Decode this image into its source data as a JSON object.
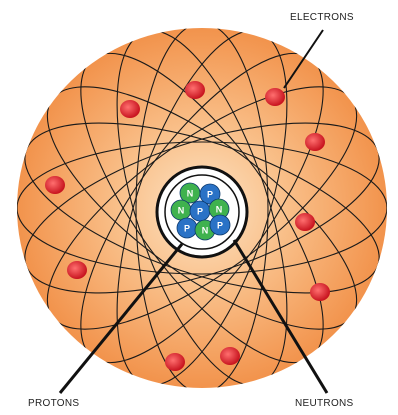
{
  "labels": {
    "electrons": "ELECTRONS",
    "protons": "PROTONS",
    "neutrons": "NEUTRONS"
  },
  "nucleus_letters": [
    "N",
    "P",
    "N",
    "P",
    "N",
    "P",
    "N",
    "P"
  ],
  "colors": {
    "cloud_center": "#fbd3a8",
    "cloud_edge": "#f39a55",
    "electron": "#dd2732",
    "proton": "#2a72c6",
    "neutron": "#3fb24e",
    "orbit": "#1a1a1a"
  }
}
